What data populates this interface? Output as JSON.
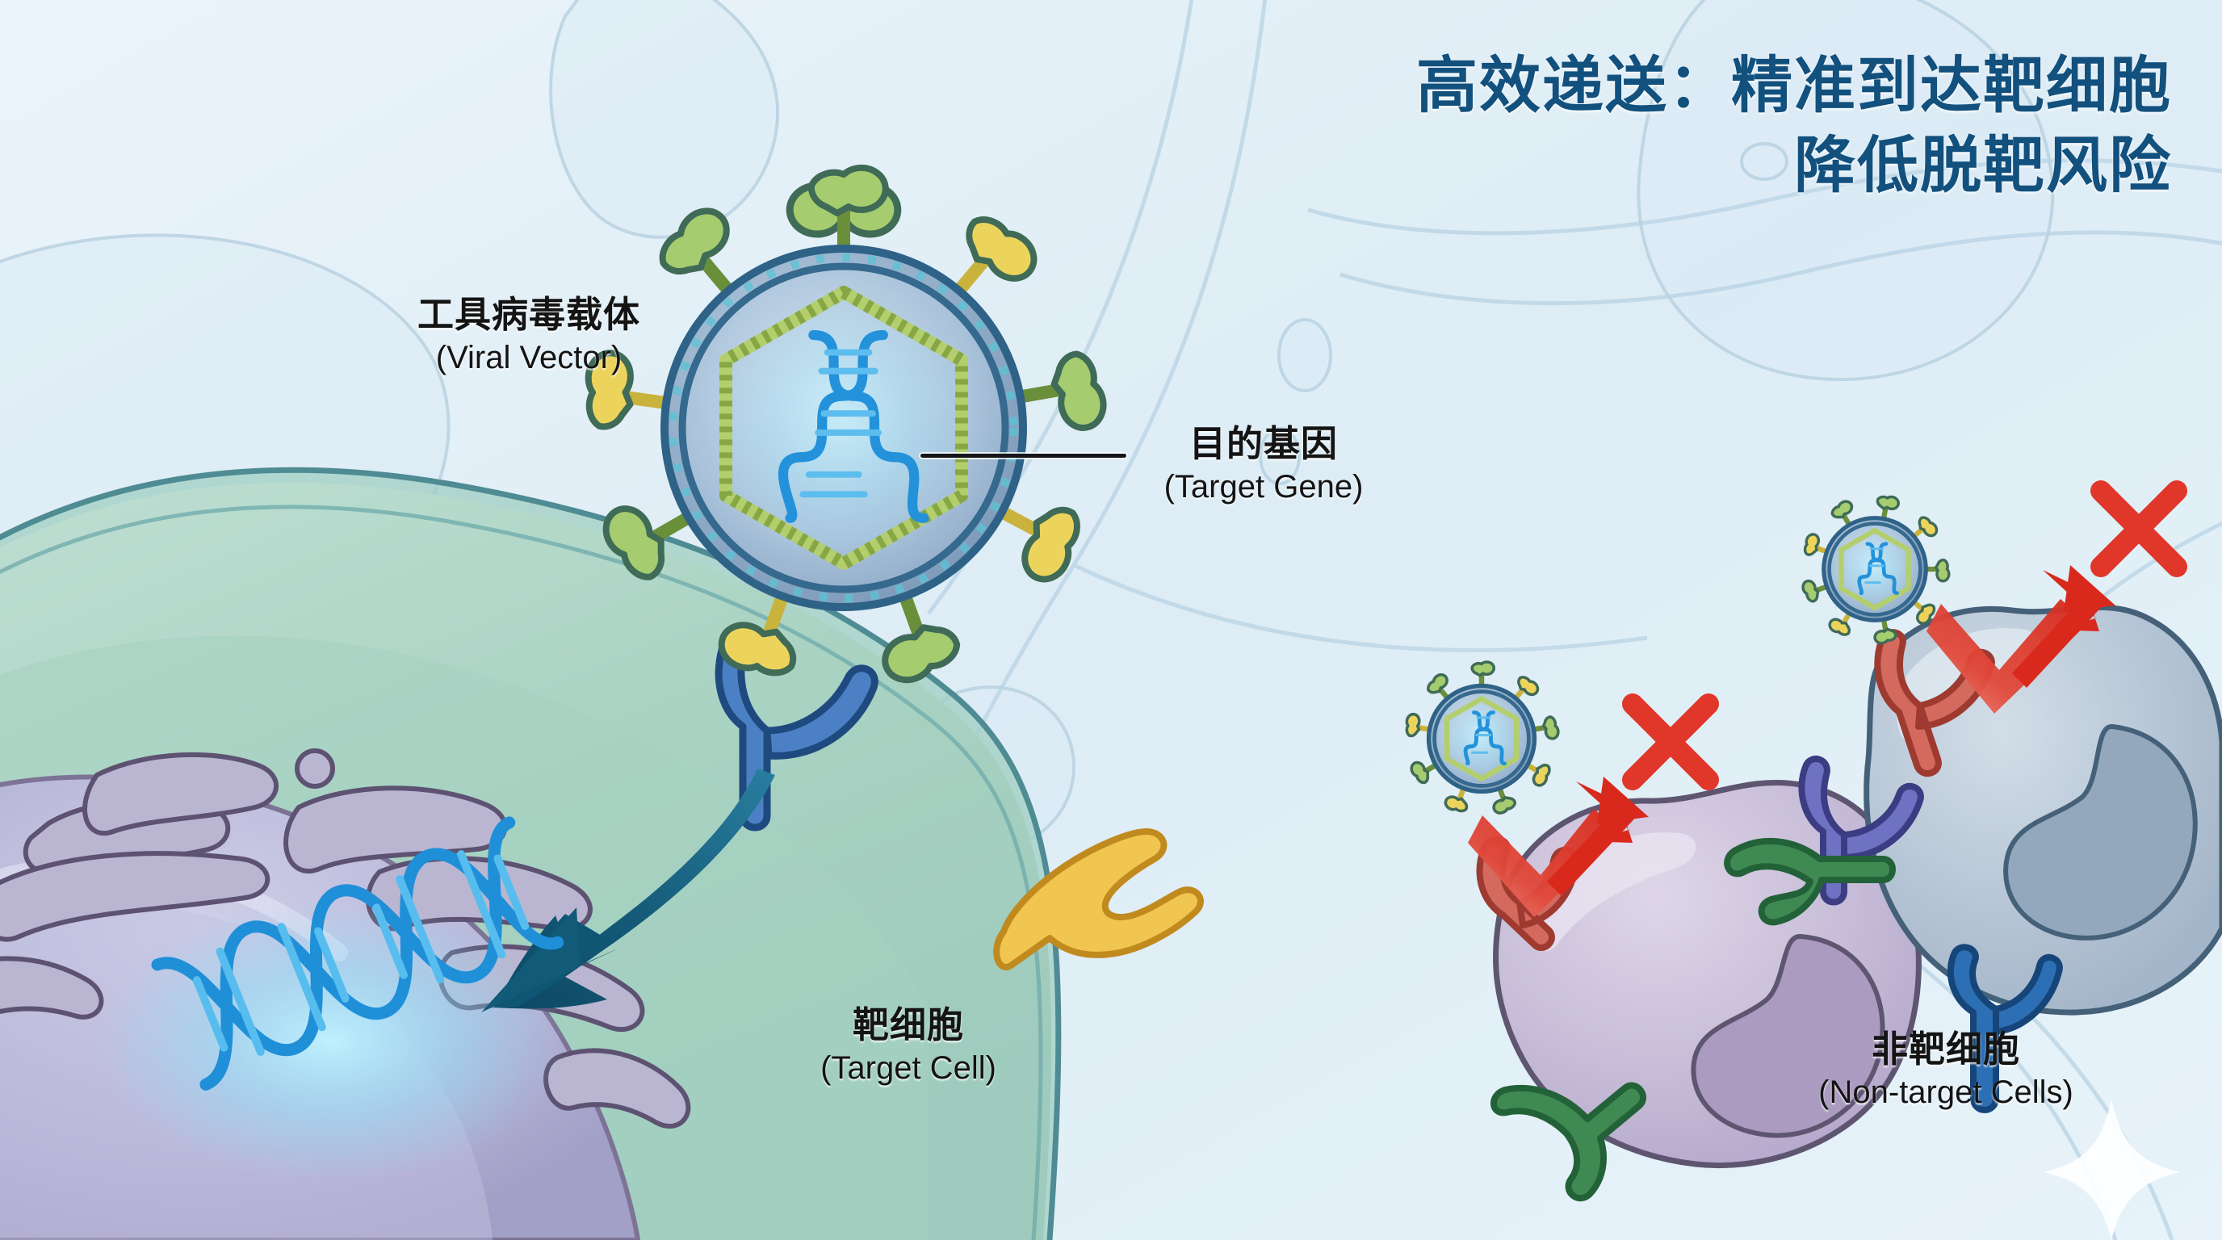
{
  "title": {
    "line1": "高效递送：精准到达靶细胞",
    "line2": "降低脱靶风险",
    "color": "#12507e"
  },
  "labels": {
    "viral_vector": {
      "cn": "工具病毒载体",
      "en": "(Viral Vector)"
    },
    "target_gene": {
      "cn": "目的基因",
      "en": "(Target Gene)"
    },
    "target_cell": {
      "cn": "靶细胞",
      "en": "(Target Cell)"
    },
    "non_target_cells": {
      "cn": "非靶细胞",
      "en": "(Non-target Cells)"
    }
  },
  "palette": {
    "background_tissue": "#e4f0f7",
    "title_blue": "#12507e",
    "target_cell_cytoplasm": "#a9d3c3",
    "target_cell_membrane": "#4f8d94",
    "nucleus_purple": "#b3b2d4",
    "er_purple": "#b9b4d0",
    "er_outline": "#5d5272",
    "dna_blue": "#1f90d8",
    "dna_glow": "#7fe6ff",
    "capsid_grey_blue": "#8fa9c6",
    "capsid_ring": "#3a6a8e",
    "inner_capsid_green": "#a8c85f",
    "spike_green": "#9ec96b",
    "spike_yellow": "#e7cf55",
    "receptor_blue": "#4a7fc1",
    "receptor_yellow": "#f0c44a",
    "receptor_red": "#cf6257",
    "receptor_green": "#3f8a52",
    "receptor_indigo": "#6b6ec0",
    "reject_red": "#df3b2c",
    "arrow_navy": "#0f5674",
    "nontarget_cell_purple": "#c9c0d8",
    "nontarget_nucleus_purple": "#ab9bc0",
    "nontarget_cell_grey": "#b5c3d2",
    "nontarget_nucleus_grey": "#94a8bd"
  },
  "elements": {
    "main_virus": "viral vector particle with target gene DNA inside",
    "blue_receptor": "blue Y-shaped receptor binding viral spike on target cell",
    "yellow_receptor": "yellow claw-shaped receptor on target cell membrane",
    "navy_arrow": "arrow showing gene delivery into nucleus",
    "nuclear_dna": "glowing DNA double helix delivered into nucleus",
    "reject_marker_1": "red bounce arrow and X over purple non-target cell",
    "reject_marker_2": "red bounce arrow and X over grey non-target cell",
    "sparkle": "decorative four-point sparkle"
  }
}
